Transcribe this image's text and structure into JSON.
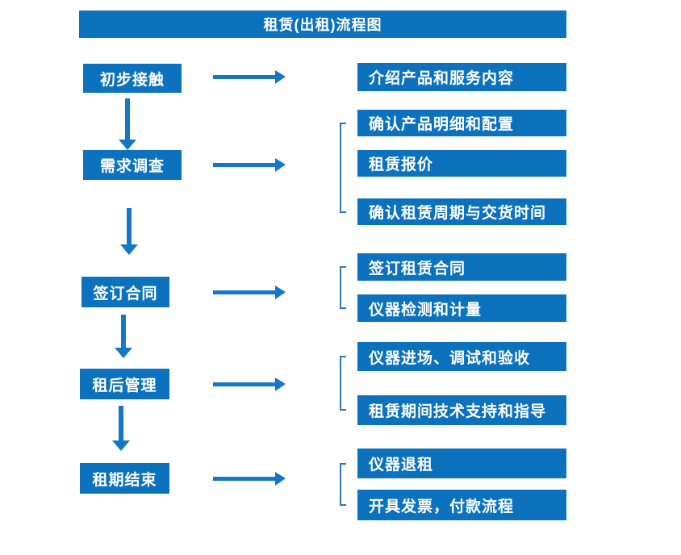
{
  "title": "租赁(出租)流程图",
  "colors": {
    "box_blue": "#0d72bd",
    "arrow_blue": "#1577c8",
    "bracket_blue": "#2e75b6",
    "text_white": "#ffffff",
    "background": "#ffffff"
  },
  "stages": [
    {
      "label": "初步接触",
      "outputs": [
        "介绍产品和服务内容"
      ]
    },
    {
      "label": "需求调查",
      "outputs": [
        "确认产品明细和配置",
        "租赁报价",
        "确认租赁周期与交货时间"
      ]
    },
    {
      "label": "签订合同",
      "outputs": [
        "签订租赁合同",
        "仪器检测和计量"
      ]
    },
    {
      "label": "租后管理",
      "outputs": [
        "仪器进场、调试和验收",
        "租赁期间技术支持和指导"
      ]
    },
    {
      "label": "租期结束",
      "outputs": [
        "仪器退租",
        "开具发票，付款流程"
      ]
    }
  ]
}
